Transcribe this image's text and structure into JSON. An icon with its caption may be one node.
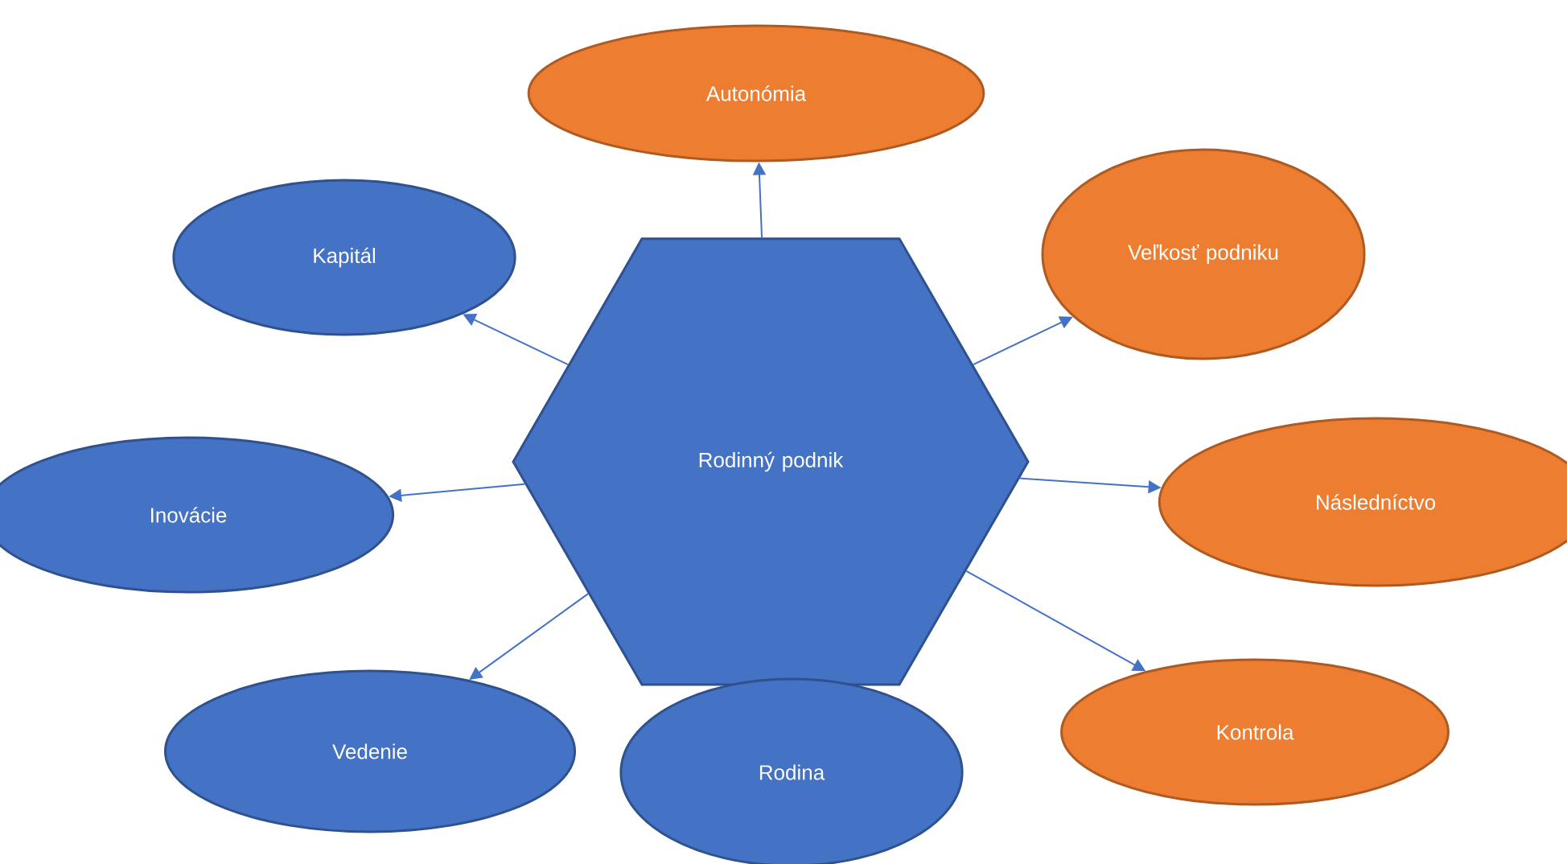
{
  "diagram": {
    "nodes": [
      {
        "text": [
          "Rodinný podnik"
        ]
      },
      {
        "text": [
          "Autonómia"
        ]
      },
      {
        "text": [
          "Kapitál"
        ]
      },
      {
        "text": [
          "Veľkosť podniku"
        ]
      },
      {
        "text": [
          "Inovácie"
        ]
      },
      {
        "text": [
          "Následníctvo"
        ]
      },
      {
        "text": [
          "Vedenie"
        ]
      },
      {
        "text": [
          "Kontrola"
        ]
      },
      {
        "text": [
          "Rodina"
        ]
      }
    ],
    "edges": [
      {
        "from": 0,
        "to": 1,
        "arrow": "to"
      },
      {
        "from": 0,
        "to": 2,
        "arrow": "to"
      },
      {
        "from": 0,
        "to": 3,
        "arrow": "to"
      },
      {
        "from": 0,
        "to": 4,
        "arrow": "to"
      },
      {
        "from": 0,
        "to": 5,
        "arrow": "to"
      },
      {
        "from": 0,
        "to": 6,
        "arrow": "to"
      },
      {
        "from": 0,
        "to": 7,
        "arrow": "to"
      }
    ]
  }
}
